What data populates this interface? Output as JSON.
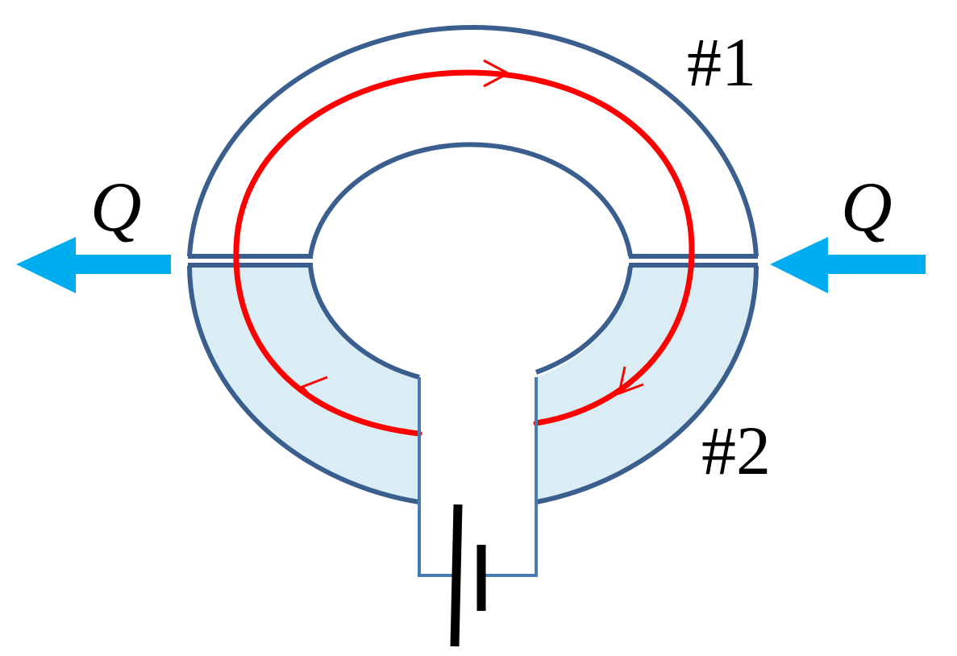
{
  "labels": {
    "conductor_1": "#1",
    "conductor_2": "#2",
    "heat_left": "Q",
    "heat_right": "Q"
  },
  "colors": {
    "outline": "#3a5f8e",
    "lower_fill": "#dbedf4",
    "current_loop": "#ff0000",
    "heat_arrow": "#00aeef",
    "lead_wire": "#4a7bb0",
    "battery": "#000000"
  },
  "icons": {
    "battery": "battery-icon",
    "heat_arrow": "arrow-left-icon"
  }
}
